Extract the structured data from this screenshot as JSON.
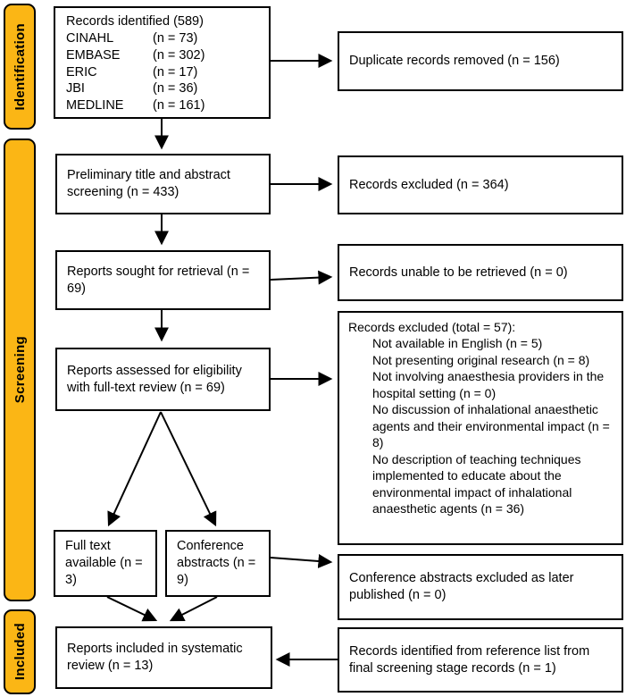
{
  "colors": {
    "stage_fill": "#FBB615",
    "line": "#000000"
  },
  "sidebar": {
    "stages": [
      {
        "label": "Identification"
      },
      {
        "label": "Screening"
      },
      {
        "label": "Included"
      }
    ]
  },
  "boxes": {
    "identified": {
      "title": "Records identified (589)",
      "sources": [
        {
          "name": "CINAHL",
          "count": "(n = 73)"
        },
        {
          "name": "EMBASE",
          "count": "(n = 302)"
        },
        {
          "name": "ERIC",
          "count": "(n = 17)"
        },
        {
          "name": "JBI",
          "count": "(n = 36)"
        },
        {
          "name": "MEDLINE",
          "count": "(n = 161)"
        }
      ]
    },
    "duplicates_removed": {
      "text": "Duplicate records removed (n = 156)"
    },
    "prelim_screening": {
      "text": "Preliminary title and abstract screening (n = 433)"
    },
    "records_excluded": {
      "text": "Records excluded (n = 364)"
    },
    "sought_retrieval": {
      "text": "Reports sought for retrieval (n = 69)"
    },
    "unable_retrieved": {
      "text": "Records unable to be retrieved (n = 0)"
    },
    "assessed_eligibility": {
      "text": "Reports assessed for eligibility with full-text review (n = 69)"
    },
    "full_excluded": {
      "title": "Records excluded (total = 57):",
      "reasons": [
        "Not available in English (n = 5)",
        "Not presenting original research (n = 8)",
        "Not involving anaesthesia providers in the hospital setting (n = 0)",
        "No discussion of inhalational anaesthetic agents and their environmental impact (n = 8)",
        "No description of teaching techniques implemented to educate about the environmental impact of inhalational anaesthetic agents (n = 36)"
      ]
    },
    "full_text_available": {
      "text": "Full text available (n = 3)"
    },
    "conference_abstracts": {
      "text": "Conference abstracts (n = 9)"
    },
    "conference_excluded": {
      "text": "Conference abstracts excluded as later published (n = 0)"
    },
    "included_review": {
      "text": "Reports included in systematic review (n = 13)"
    },
    "reference_list": {
      "text": "Records identified from reference list from final screening stage records (n = 1)"
    }
  }
}
